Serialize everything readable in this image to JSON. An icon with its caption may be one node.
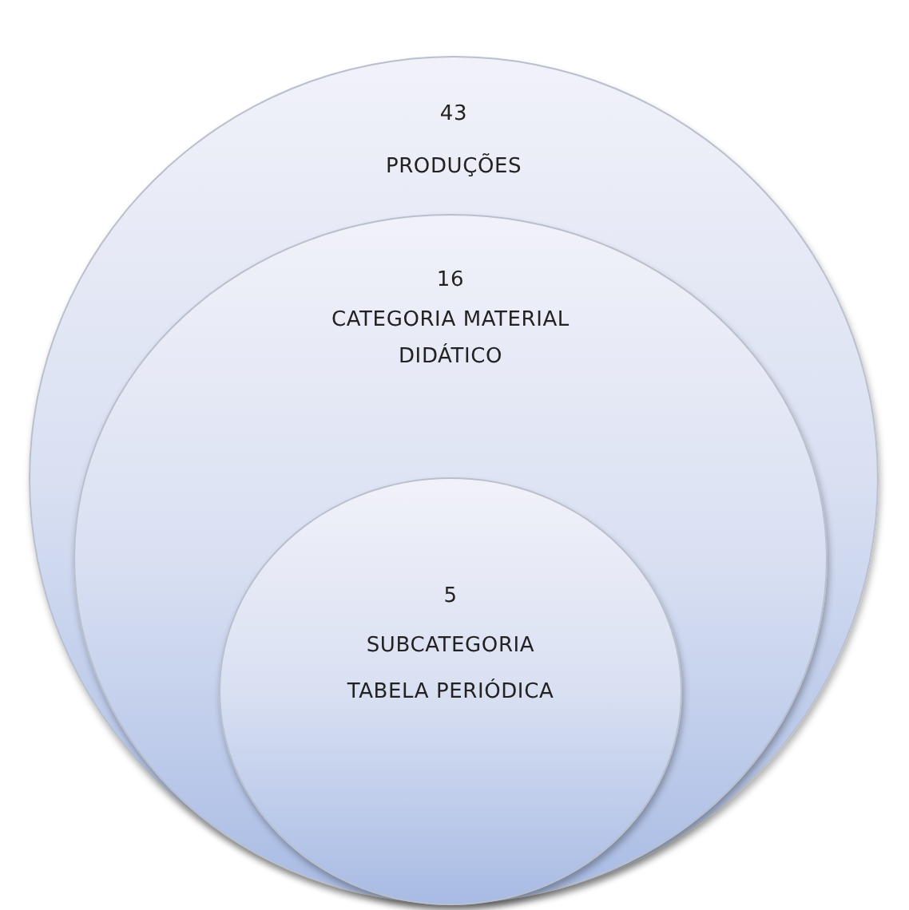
{
  "diagram": {
    "nodes": [
      {
        "text": [
          "43",
          "PRODUÇÕES"
        ]
      },
      {
        "text": [
          "16",
          "CATEGORIA MATERIAL DIDÁTICO"
        ],
        "in": 0
      },
      {
        "text": [
          "5",
          "SUBCATEGORIA",
          "TABELA PERIÓDICA"
        ],
        "in": 1
      }
    ]
  }
}
